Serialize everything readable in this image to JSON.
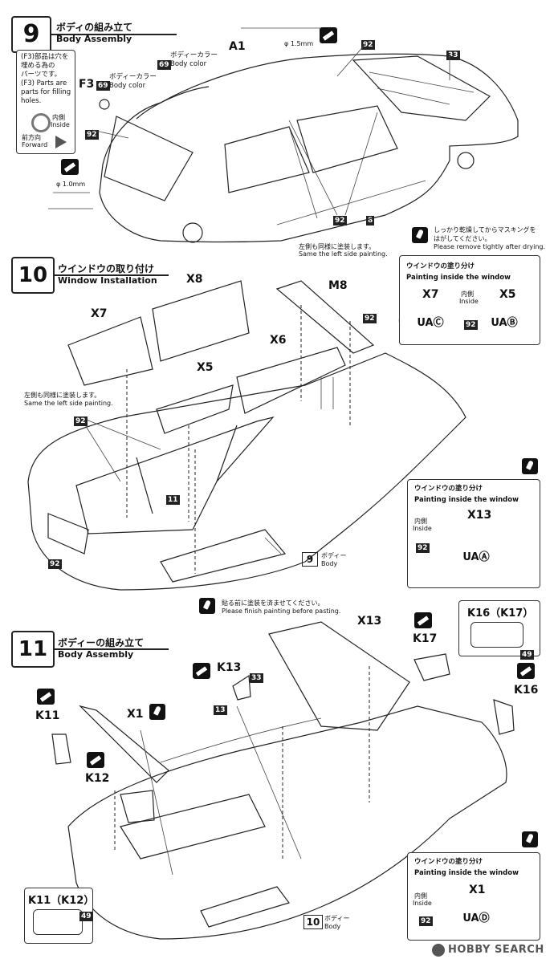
{
  "step9": {
    "number": "9",
    "title_jp": "ボディの組み立て",
    "title_en": "Body Assembly",
    "note_jp_1": "(F3)部品は穴を",
    "note_jp_2": "埋める為の",
    "note_jp_3": "パーツです。",
    "note_en_1": "(F3) Parts are",
    "note_en_2": "parts for filling",
    "note_en_3": "holes.",
    "inside_jp": "内側",
    "inside_en": "Inside",
    "forward_jp": "前方向",
    "forward_en": "Forward",
    "drill_small": "φ 1.0mm",
    "drill_large": "φ 1.5mm",
    "part_f3": "F3",
    "part_a1": "A1",
    "paint_69": "69",
    "paint_92": "92",
    "paint_8": "8",
    "paint_33": "33",
    "body_color_jp_1": "ボディーカラー",
    "body_color_en_1": "Body color",
    "body_color_jp_2": "ボディーカラー",
    "body_color_en_2": "Body color",
    "left_same_jp": "左側も同様に塗装します。",
    "left_same_en": "Same the left side painting.",
    "mask_jp_1": "しっかり乾燥してからマスキングを",
    "mask_jp_2": "はがしてください。",
    "mask_en": "Please remove tightly after drying."
  },
  "step10": {
    "number": "10",
    "title_jp": "ウインドウの取り付け",
    "title_en": "Window Installation",
    "parts": [
      "X8",
      "X7",
      "M8",
      "X6",
      "X5"
    ],
    "paint_92": "92",
    "paint_11": "11",
    "left_same_jp": "左側も同様に塗装します。",
    "left_same_en": "Same the left side painting.",
    "body_num": "9",
    "body_jp": "ボディー",
    "body_en": "Body",
    "box1": {
      "title_jp": "ウインドウの塗り分け",
      "title_en": "Painting inside the window",
      "x7": "X7",
      "x5": "X5",
      "inside_jp": "内側",
      "inside_en": "Inside",
      "ua_left": "UAⒸ",
      "ua_right": "UAⒷ",
      "paint": "92"
    },
    "box2": {
      "title_jp": "ウインドウの塗り分け",
      "title_en": "Painting inside the window",
      "part": "X13",
      "inside_jp": "内側",
      "inside_en": "Inside",
      "paint": "92",
      "ua": "UAⒶ"
    }
  },
  "step11": {
    "number": "11",
    "title_jp": "ボディーの組み立て",
    "title_en": "Body Assembly",
    "paint_first_jp": "貼る前に塗装を済ませてください。",
    "paint_first_en": "Please finish painting before pasting.",
    "parts": [
      "X13",
      "K17",
      "K13",
      "K16",
      "K11",
      "X1",
      "K12"
    ],
    "paint_33": "33",
    "paint_13": "13",
    "body_num": "10",
    "body_jp": "ボディー",
    "body_en": "Body",
    "k16_box_title": "K16（K17）",
    "k16_paint": "49",
    "k11_box_title": "K11（K12）",
    "k11_paint": "49",
    "box": {
      "title_jp": "ウインドウの塗り分け",
      "title_en": "Painting inside the window",
      "part": "X1",
      "inside_jp": "内側",
      "inside_en": "Inside",
      "paint": "92",
      "ua": "UAⒹ"
    }
  },
  "watermark": "HOBBY SEARCH"
}
